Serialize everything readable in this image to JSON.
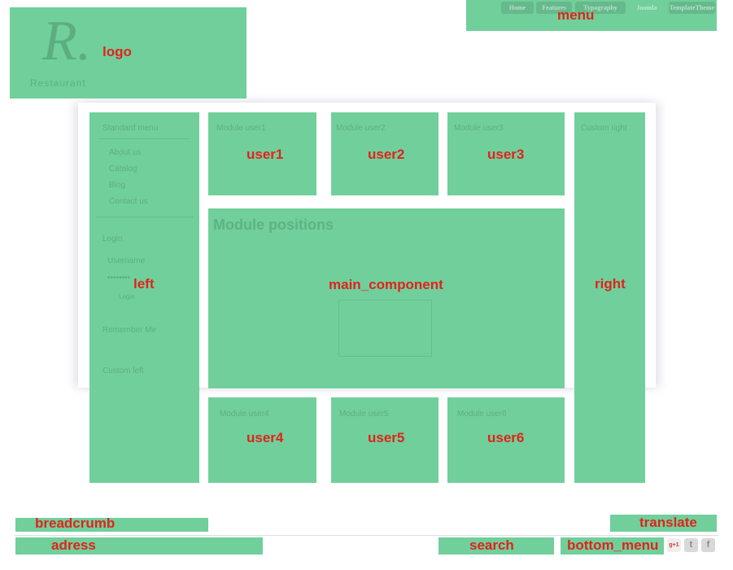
{
  "regions": {
    "menu": "menu",
    "logo": "logo",
    "left": "left",
    "user1": "user1",
    "user2": "user2",
    "user3": "user3",
    "main_component": "main_component",
    "right": "right",
    "user4": "user4",
    "user5": "user5",
    "user6": "user6",
    "breadcrumb": "breadcrumb",
    "translate": "translate",
    "adress": "adress",
    "search": "search",
    "bottom_menu": "bottom_menu"
  },
  "nav": [
    "Home",
    "Features",
    "Typography",
    "Joomla",
    "TemplateTheme"
  ],
  "ghost": {
    "logo_letter": "R.",
    "logo_word": "Restaurant",
    "left_menu_title": "Standard menu",
    "left_menu_items": [
      "About us",
      "Catalog",
      "Blog",
      "Contact us"
    ],
    "login_title": "Login",
    "username": "Username",
    "password": "••••••••",
    "login_btn": "Login",
    "remember": "Remember Me",
    "custom_left": "Custom left",
    "user1_title": "Module user1",
    "user2_title": "Module user2",
    "user3_title": "Module user3",
    "right_title": "Custom right",
    "main_title": "Module positions",
    "user4_title": "Module user4",
    "user5_title": "Module user5",
    "user6_title": "Module user6"
  },
  "social": [
    "g+1",
    "t",
    "f"
  ],
  "colors": {
    "overlay": "#71cf9c",
    "label": "#e1231a"
  }
}
